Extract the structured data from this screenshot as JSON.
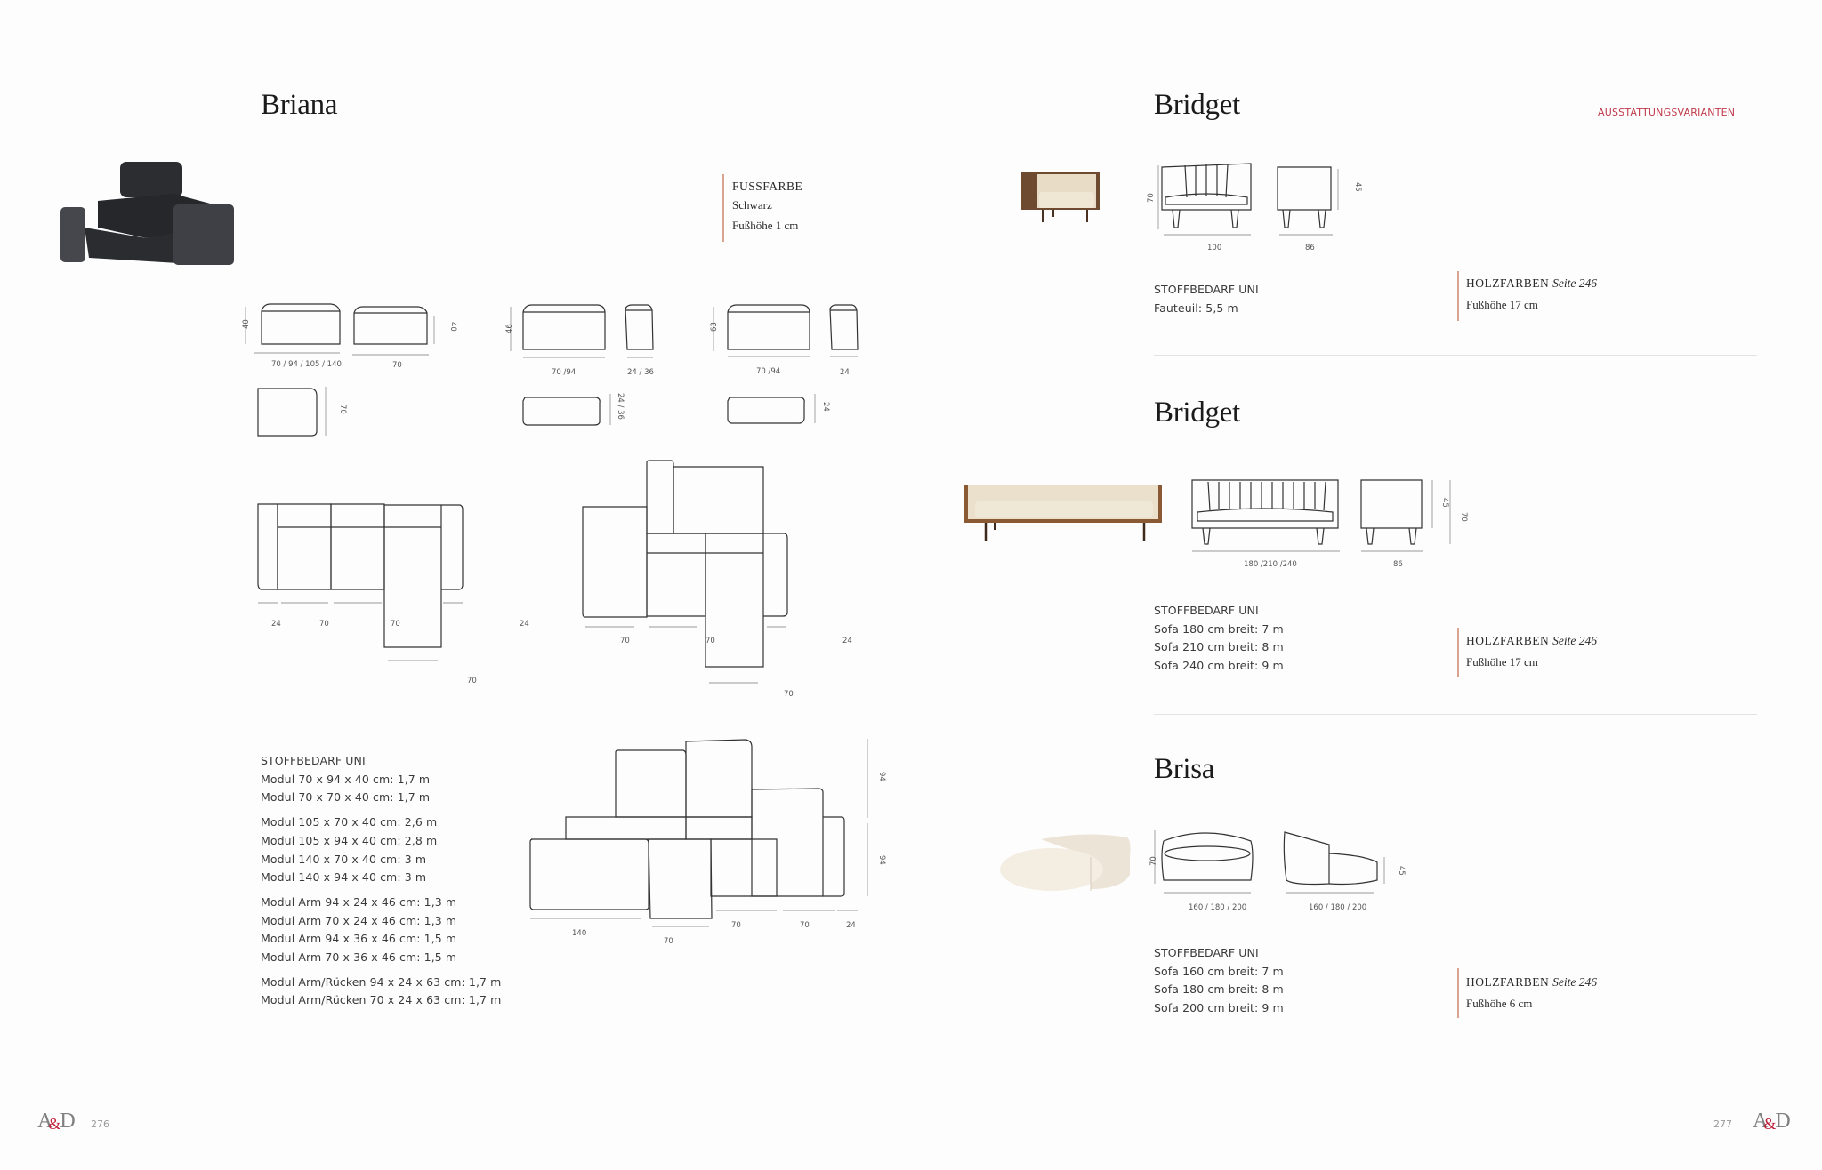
{
  "left_page": {
    "page_number": "276",
    "logo": {
      "left": "A",
      "amp": "&",
      "right": "D"
    },
    "product": {
      "name": "Briana",
      "photo": "briana-modular-sofa-photo",
      "fussfarbe": {
        "heading": "FUSSFARBE",
        "color": "Schwarz",
        "height": "Fußhöhe 1 cm"
      },
      "module_drawings": [
        {
          "height": "40",
          "width": "70 / 94 / 105 / 140",
          "depth": "70",
          "depth_height": "40",
          "top_depth": "70"
        },
        {
          "height": "46",
          "width": "70 /94",
          "side": "24 / 36",
          "top_depth": "24 / 36"
        },
        {
          "height": "63",
          "width": "70 /94",
          "side": "24",
          "top_depth": "24"
        }
      ],
      "layout_a": {
        "dims": [
          "24",
          "70",
          "70",
          "24",
          "70"
        ]
      },
      "layout_b": {
        "dims": [
          "70",
          "70",
          "24",
          "70"
        ]
      },
      "layout_c": {
        "dims": [
          "140",
          "70",
          "70",
          "70",
          "24"
        ],
        "heights": [
          "94",
          "94"
        ]
      },
      "stoffbedarf": {
        "heading": "STOFFBEDARF UNI",
        "groups": [
          [
            "Modul 70 x 94 x 40 cm: 1,7 m",
            "Modul 70 x 70 x 40 cm: 1,7 m"
          ],
          [
            "Modul 105 x 70 x 40 cm: 2,6 m",
            "Modul 105 x 94 x 40 cm: 2,8 m",
            "Modul 140 x 70 x 40 cm: 3 m",
            "Modul 140 x 94 x 40 cm: 3 m"
          ],
          [
            "Modul Arm 94 x 24 x 46 cm: 1,3 m",
            "Modul Arm 70 x 24 x 46 cm: 1,3 m",
            "Modul Arm 94 x 36 x 46 cm: 1,5 m",
            "Modul Arm 70 x 36 x 46 cm: 1,5 m"
          ],
          [
            "Modul Arm/Rücken 94 x 24 x 63 cm: 1,7 m",
            "Modul Arm/Rücken 70 x 24 x 63 cm: 1,7 m"
          ]
        ]
      }
    }
  },
  "right_page": {
    "page_number": "277",
    "section_tag": "AUSSTATTUNGSVARIANTEN",
    "logo": {
      "left": "A",
      "amp": "&",
      "right": "D"
    },
    "products": [
      {
        "name": "Bridget",
        "photo": "bridget-armchair-photo",
        "dims": {
          "height": "70",
          "width": "100",
          "depth": "86",
          "seat": "45"
        },
        "stoffbedarf": {
          "heading": "STOFFBEDARF UNI",
          "lines": [
            "Fauteuil: 5,5 m"
          ]
        },
        "holz": {
          "heading": "HOLZFARBEN",
          "ref": "Seite 246",
          "height": "Fußhöhe 17 cm"
        }
      },
      {
        "name": "Bridget",
        "photo": "bridget-sofa-photo",
        "dims": {
          "height": "70",
          "width": "180 /210 /240",
          "depth": "86",
          "seat": "45"
        },
        "stoffbedarf": {
          "heading": "STOFFBEDARF UNI",
          "lines": [
            "Sofa 180 cm breit: 7 m",
            "Sofa 210 cm breit: 8 m",
            "Sofa 240 cm breit: 9 m"
          ]
        },
        "holz": {
          "heading": "HOLZFARBEN",
          "ref": "Seite 246",
          "height": "Fußhöhe 17 cm"
        }
      },
      {
        "name": "Brisa",
        "photo": "brisa-daybed-photo",
        "dims": {
          "height": "70",
          "width_front": "160 / 180 / 200",
          "width_side": "160 / 180 / 200",
          "seat": "45"
        },
        "stoffbedarf": {
          "heading": "STOFFBEDARF UNI",
          "lines": [
            "Sofa 160 cm breit: 7 m",
            "Sofa 180 cm breit: 8 m",
            "Sofa 200 cm breit: 9 m"
          ]
        },
        "holz": {
          "heading": "HOLZFARBEN",
          "ref": "Seite 246",
          "height": "Fußhöhe 6 cm"
        }
      }
    ]
  },
  "colors": {
    "accent_red": "#c0394a",
    "accent_bar": "#d9a590",
    "text": "#2a2a2a"
  }
}
